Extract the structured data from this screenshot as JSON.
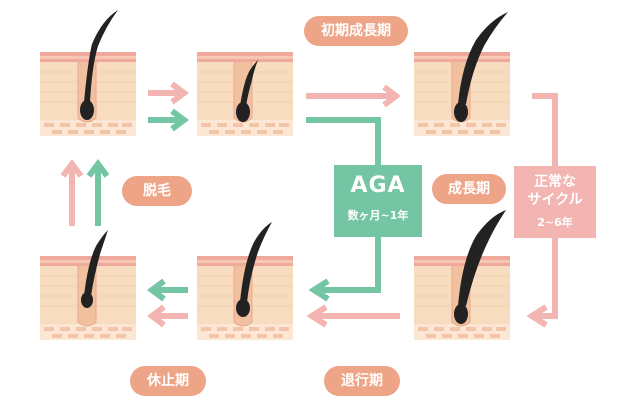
{
  "phases": {
    "early_growth": "初期成長期",
    "growth": "成長期",
    "shedding": "脱毛",
    "resting": "休止期",
    "regression": "退行期"
  },
  "aga_box": {
    "title": "AGA",
    "duration": "数ヶ月~1年"
  },
  "normal_cycle_box": {
    "line1": "正常な",
    "line2": "サイクル",
    "duration": "2~6年"
  },
  "colors": {
    "pill": "#eda487",
    "aga_green": "#74c5a4",
    "normal_pink": "#f2b5b1",
    "skin": "#f8dcc0",
    "hair": "#222222"
  }
}
